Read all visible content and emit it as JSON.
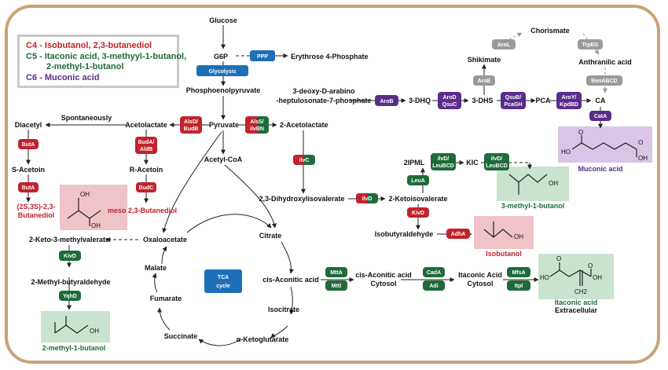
{
  "legend": {
    "c4": "C4 - Isobutanol, 2,3-butanediol",
    "c5a": "C5 - Itaconic acid, 3-methyyl-1-butanol,",
    "c5b": "2-methyl-1-butanol",
    "c6": "C6 - Muconic acid"
  },
  "metabolites": {
    "glucose": "Glucose",
    "g6p": "G6P",
    "erythrose": "Erythrose 4-Phosphate",
    "pep": "Phosphoenolpyruvate",
    "pyruvate": "Pyruvate",
    "acetolactate": "Acetolactate",
    "diacetyl": "Diacetyl",
    "spontaneously": "Spontaneously",
    "s_acetoin": "S-Acetoin",
    "r_acetoin": "R-Acetoin",
    "butanediol_ss_1": "(2S,3S)-2,3-",
    "butanediol_ss_2": "Butanediol",
    "meso": "meso 2,3-Butanediol",
    "acetolactate2": "2-Acetolactate",
    "acetyl_coa": "Acetyl-CoA",
    "dhv": "2,3-Dihydroxylisovalerate",
    "dahp1": "3-deoxy-D-arabino",
    "dahp2": "-heptulosonate-7-phosphate",
    "dhq": "3-DHQ",
    "dhs": "3-DHS",
    "shikimate": "Shikimate",
    "chorismate": "Chorismate",
    "anthranilic": "Anthranilic acid",
    "pca": "PCA",
    "ca": "CA",
    "muconic": "Muconic acid",
    "ipml": "2IPML",
    "kic": "KIC",
    "ketoiso": "2-Ketoisovalerate",
    "isobutyraldehyde": "Isobutyraldehyde",
    "isobutanol": "Isobutanol",
    "methylbutanol3": "3-methyl-1-butanol",
    "keto3": "2-Keto-3-methylvalerate",
    "oxaloacetate": "Oxaloacetate",
    "methylbutyraldehyde": "2-Methyl-butyraldehyde",
    "methylbutanol2": "2-methyl-1-butanol",
    "malate": "Malate",
    "fumarate": "Fumarate",
    "succinate": "Succinate",
    "ketoglutarate": "α-Ketoglutarate",
    "isocitrate": "Isocitrate",
    "citrate": "Citrate",
    "cis_aconitic": "cis-Aconitic acid",
    "cis_aconitic_cyt1": "cis-Aconitic acid",
    "cis_aconitic_cyt2": "Cytosol",
    "itaconic_cyt1": "Itaconic Acid",
    "itaconic_cyt2": "Cytosol",
    "itaconic_ext1": "Itaconic acid",
    "itaconic_ext2": "Extracellular",
    "tca1": "TCA",
    "tca2": "cycle"
  },
  "enzymes": {
    "ppp": "PPP",
    "glycolysis": "Glycolysis",
    "alsd_budb_1": "AlsD/",
    "alsd_budb_2": "BudB",
    "alss_ilvbn_1": "AlsS/",
    "alss_ilvbn_2": "ilvBN",
    "buta1": "ButA",
    "buta2": "ButA",
    "buda_aldb_1": "BudA/",
    "buda_aldb_2": "AldB",
    "budc": "BudC",
    "ilvc": "ilvC",
    "ilvd": "ilvD",
    "arob": "AroB",
    "arod_qsuc_1": "AroD",
    "arod_qsuc_2": "QsuC",
    "qsub_pcagh_1": "QsuB/",
    "qsub_pcagh_2": "PcaGH",
    "aroy_kpdbd_1": "AroY/",
    "aroy_kpdbd_2": "KpdBD",
    "catA": "CatA",
    "aroe": "AroE",
    "arol": "AroL",
    "trpeg": "TrpEG",
    "benabcd": "BenABCD",
    "leua": "LeuA",
    "ilvd_leubcd_a1": "ilvD/",
    "ilvd_leubcd_a2": "LeuBCD",
    "ilvd_leubcd_b1": "ilvD/",
    "ilvd_leubcd_b2": "LeuBCD",
    "kivd1": "KivD",
    "kivd2": "KivD",
    "adha": "AdhA",
    "yqhd": "YqhD",
    "mtta": "MttA",
    "mttl": "Mttl",
    "cada": "CadA",
    "adi": "Adi",
    "mfsa": "MfsA",
    "itpl": "Itpl"
  },
  "molecule_labels": {
    "oh": "OH",
    "o": "O",
    "ho": "HO",
    "ch2": "CH2"
  },
  "colors": {
    "frame": "#c8a377",
    "red_enzyme": "#c0232a",
    "green_enzyme": "#1e6b3a",
    "purple_enzyme": "#5b2d8a",
    "gray_enzyme": "#9a9a9a",
    "blue_box": "#1f6fb8",
    "pink_mol": "#efc3c8",
    "green_mol": "#c9e3cf",
    "purple_mol": "#d9c6e6"
  }
}
